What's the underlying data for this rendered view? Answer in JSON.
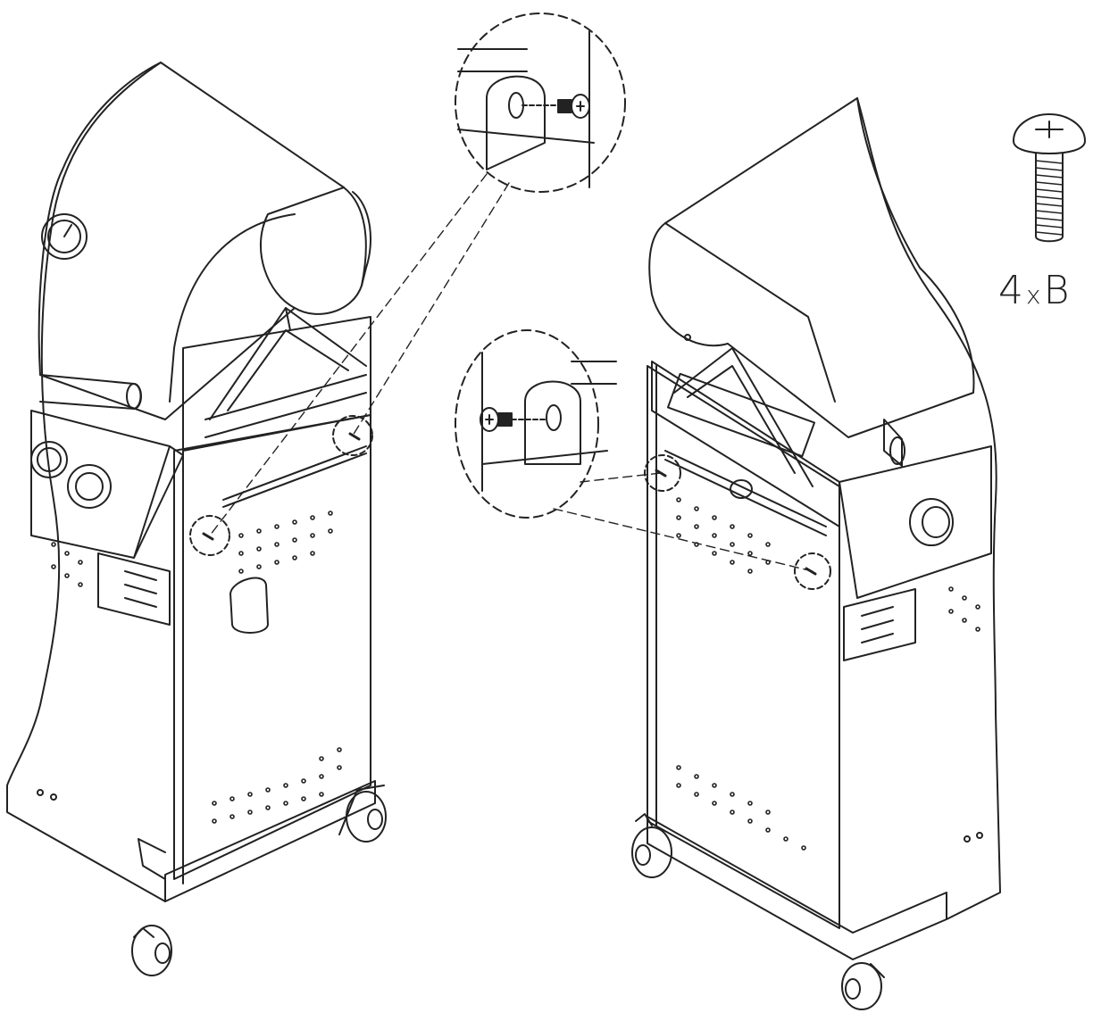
{
  "hardware": {
    "quantity": "4",
    "multiplier": "x",
    "part_letter": "B",
    "icon": "screw-icon"
  },
  "views": [
    {
      "name": "left-side-view"
    },
    {
      "name": "right-side-view"
    }
  ],
  "details": [
    {
      "name": "detail-screw-right-bracket"
    },
    {
      "name": "detail-screw-left-bracket"
    }
  ]
}
